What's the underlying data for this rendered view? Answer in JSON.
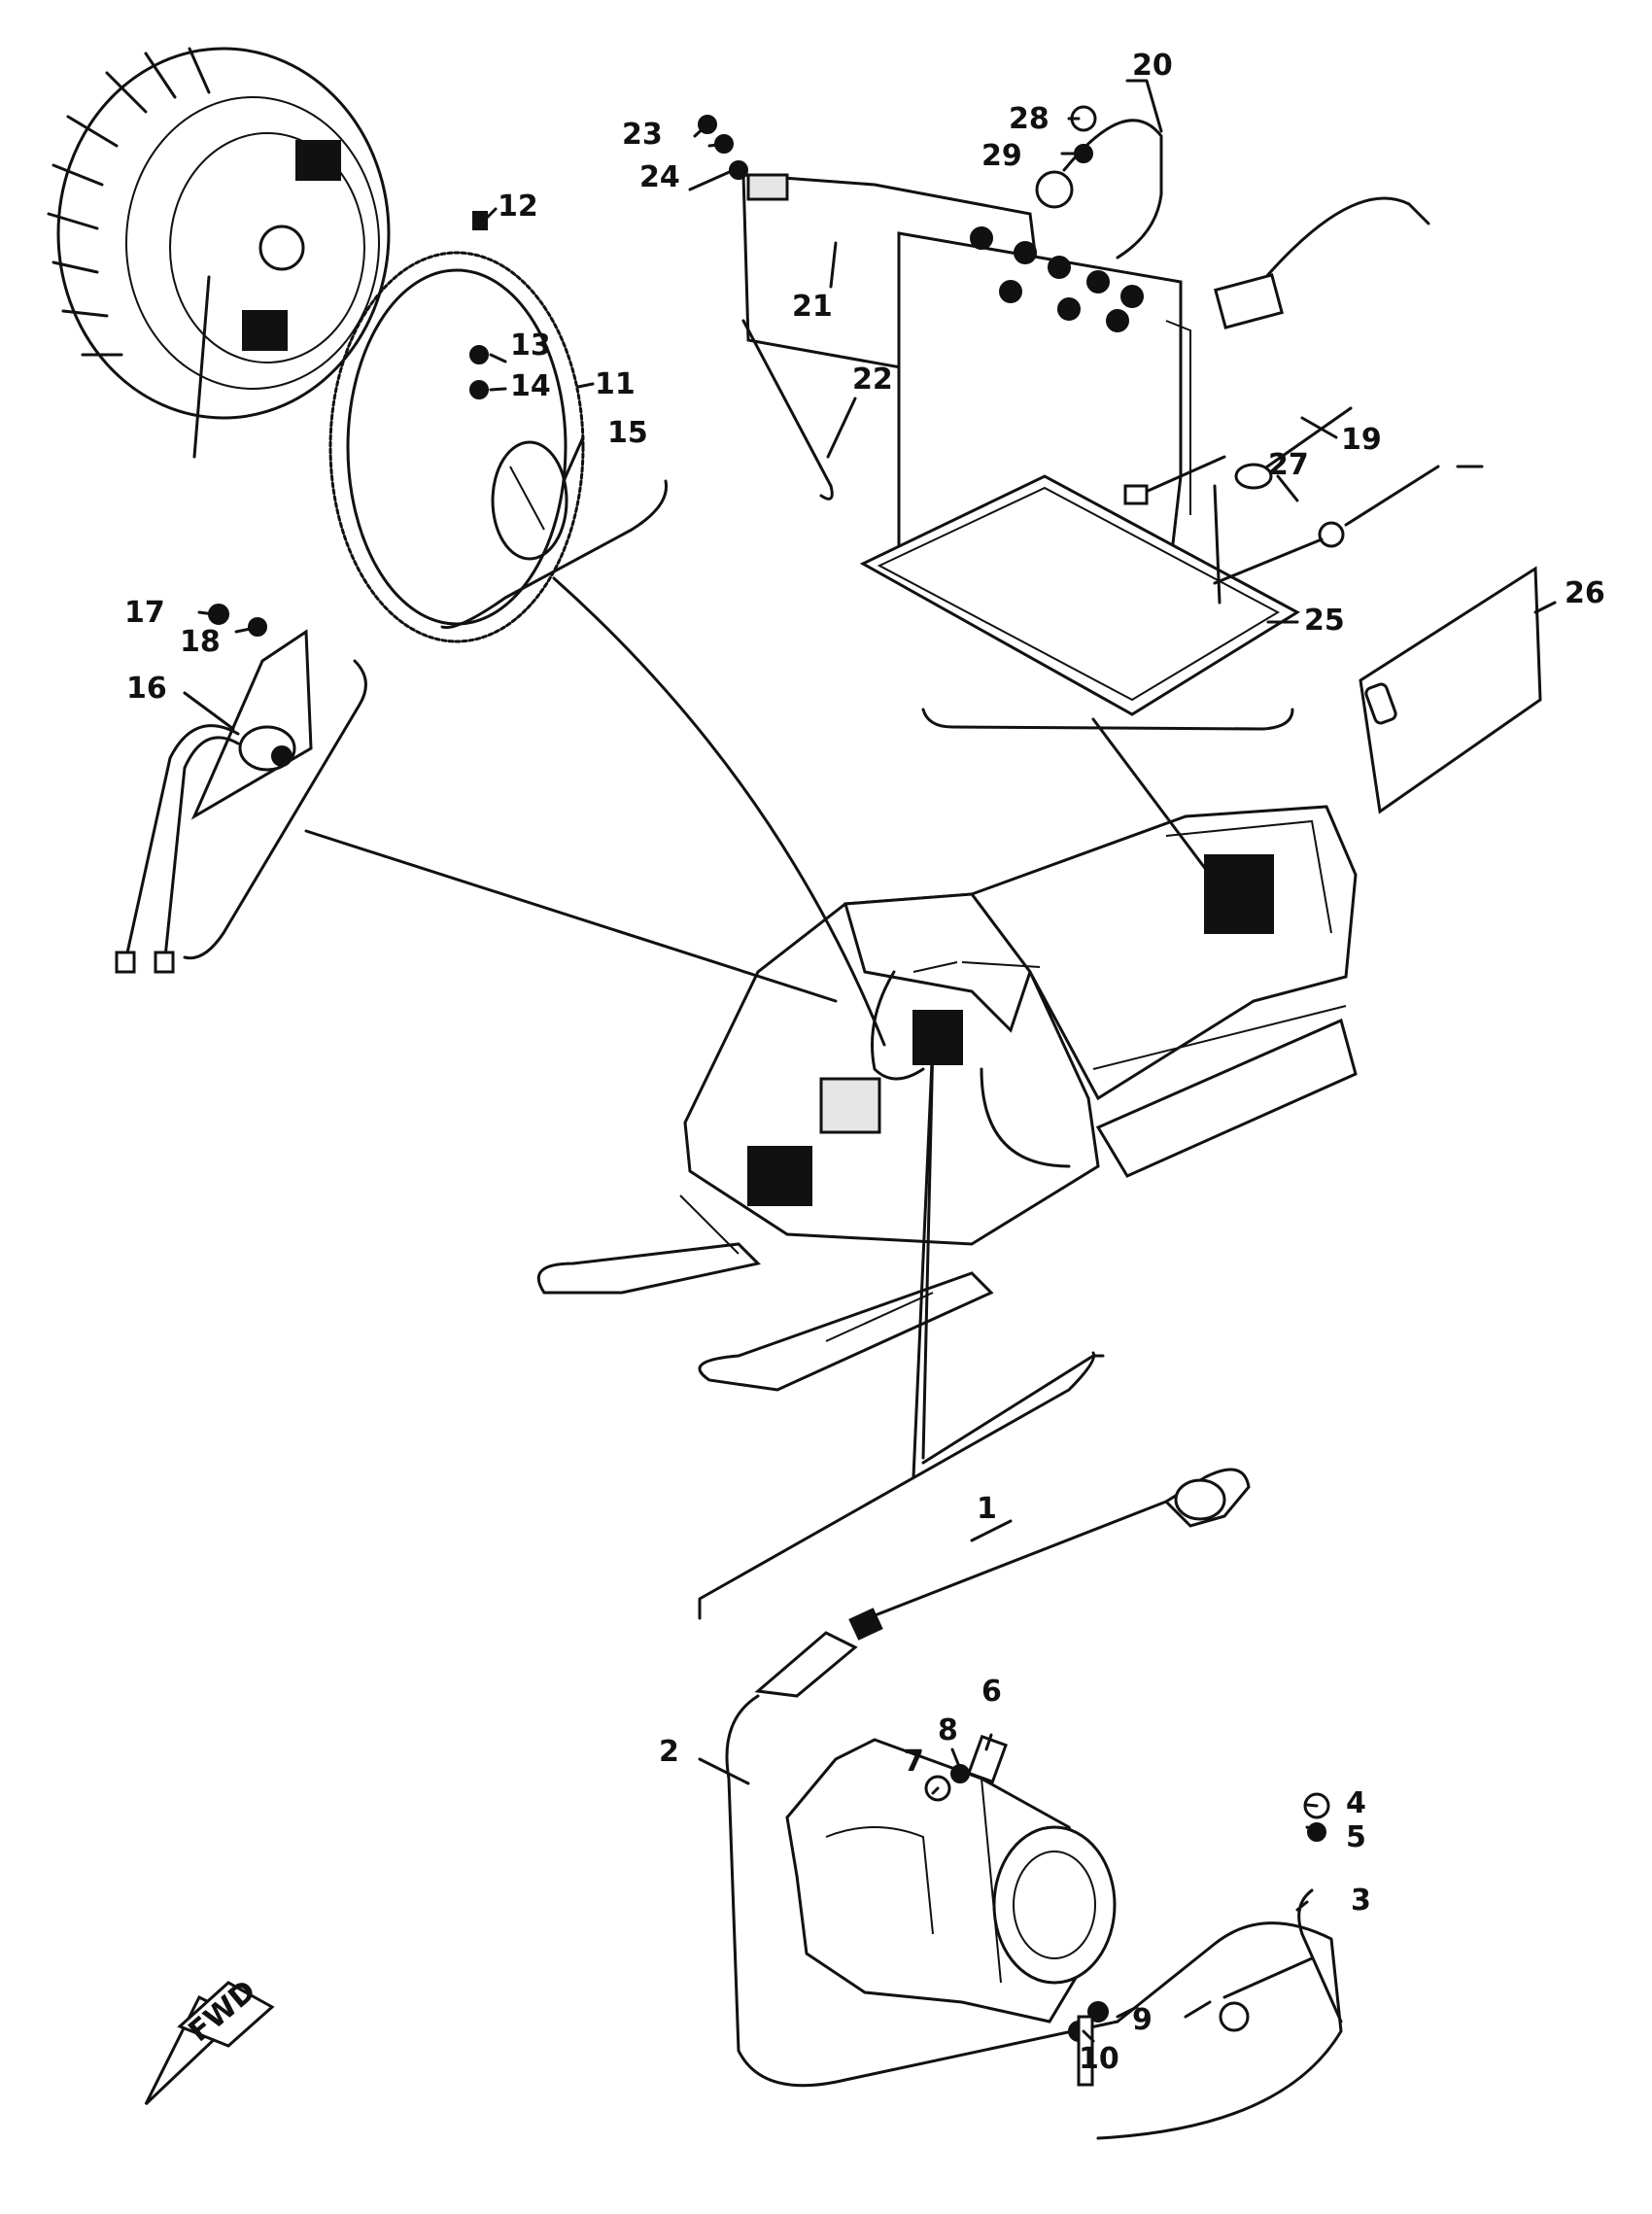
{
  "diagram": {
    "part_labels": [
      {
        "id": "1",
        "text": "1"
      },
      {
        "id": "2",
        "text": "2"
      },
      {
        "id": "3",
        "text": "3"
      },
      {
        "id": "4",
        "text": "4"
      },
      {
        "id": "5",
        "text": "5"
      },
      {
        "id": "6",
        "text": "6"
      },
      {
        "id": "7",
        "text": "7"
      },
      {
        "id": "8",
        "text": "8"
      },
      {
        "id": "9",
        "text": "9"
      },
      {
        "id": "10",
        "text": "10"
      },
      {
        "id": "11",
        "text": "11"
      },
      {
        "id": "12",
        "text": "12"
      },
      {
        "id": "13",
        "text": "13"
      },
      {
        "id": "14",
        "text": "14"
      },
      {
        "id": "15",
        "text": "15"
      },
      {
        "id": "16",
        "text": "16"
      },
      {
        "id": "17",
        "text": "17"
      },
      {
        "id": "18",
        "text": "18"
      },
      {
        "id": "19",
        "text": "19"
      },
      {
        "id": "20",
        "text": "20"
      },
      {
        "id": "21",
        "text": "21"
      },
      {
        "id": "22",
        "text": "22"
      },
      {
        "id": "23",
        "text": "23"
      },
      {
        "id": "24",
        "text": "24"
      },
      {
        "id": "25",
        "text": "25"
      },
      {
        "id": "26",
        "text": "26"
      },
      {
        "id": "27",
        "text": "27"
      },
      {
        "id": "28",
        "text": "28"
      },
      {
        "id": "29",
        "text": "29"
      }
    ],
    "direction_marker": "FWD",
    "colors": {
      "ink": "#111111",
      "paper": "#ffffff"
    }
  }
}
